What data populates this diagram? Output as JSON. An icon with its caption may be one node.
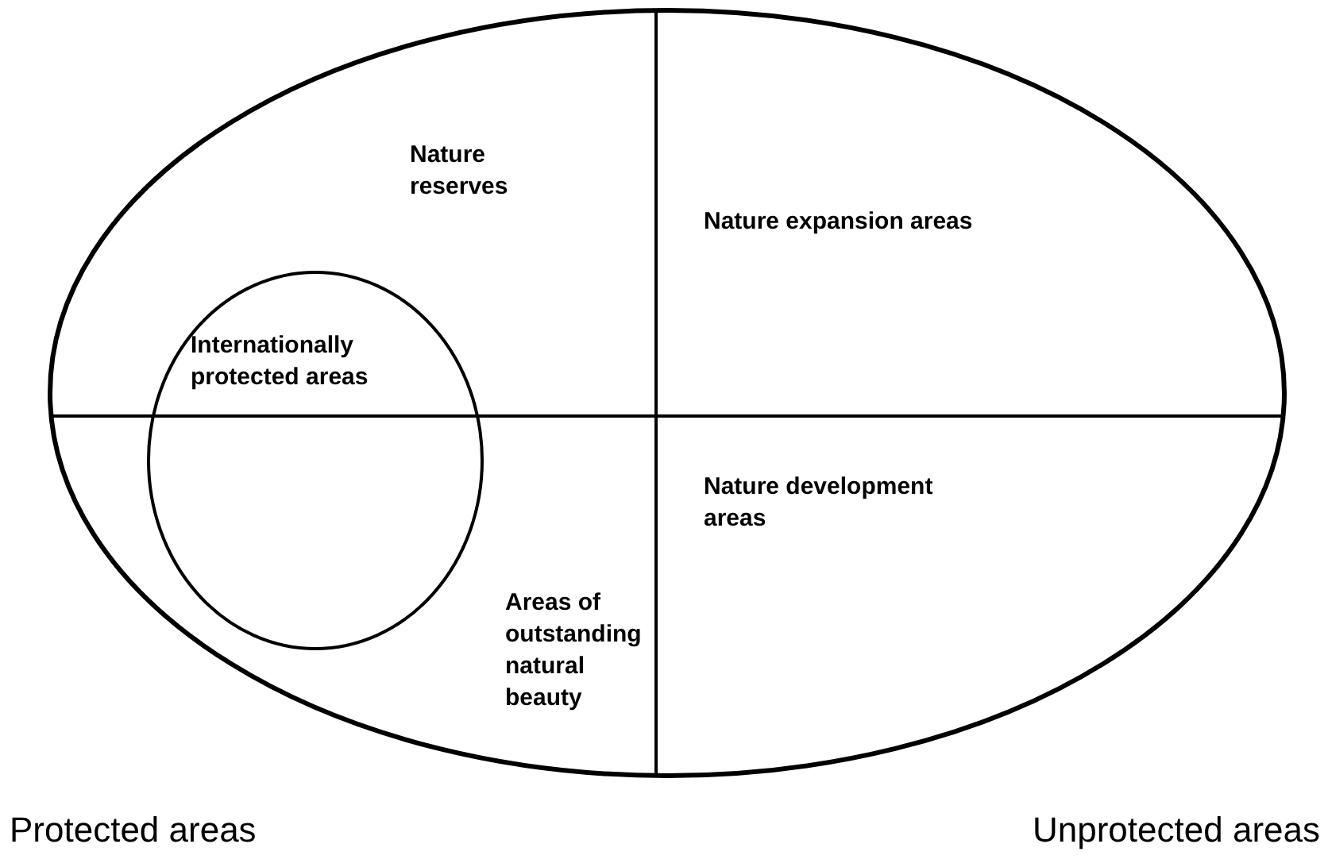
{
  "diagram": {
    "nodes": [
      {
        "text": [],
        "shape": "ellipse"
      },
      {
        "text": [
          "Internationally protected areas"
        ],
        "in": 0
      }
    ],
    "labels": [
      "Nature reserves",
      "Nature expansion areas",
      "Nature development areas",
      "Areas of outstanding natural beauty",
      "Protected areas",
      "Unprotected areas"
    ]
  }
}
